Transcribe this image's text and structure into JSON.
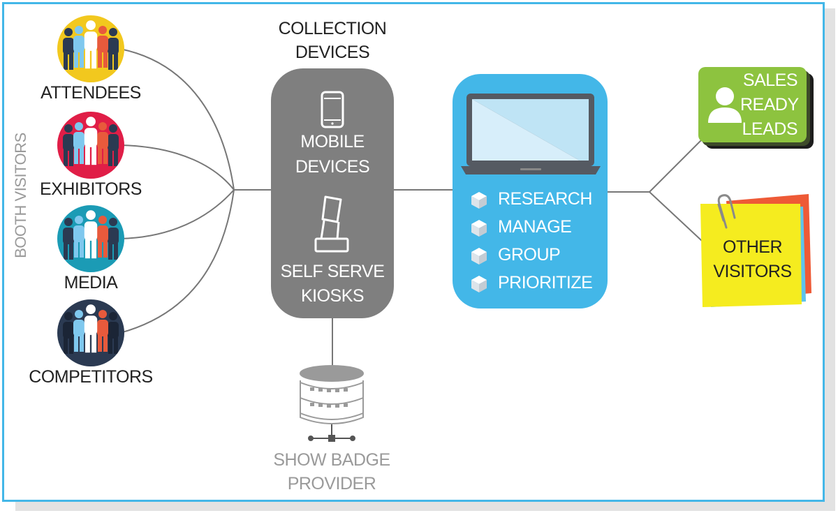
{
  "side_label": "BOOTH VISITORS",
  "visitor_groups": [
    {
      "label": "ATTENDEES",
      "color": "#f2c81e"
    },
    {
      "label": "EXHIBITORS",
      "color": "#e01e47"
    },
    {
      "label": "MEDIA",
      "color": "#1b9bb5"
    },
    {
      "label": "COMPETITORS",
      "color": "#2b3a52"
    }
  ],
  "collection": {
    "title_line1": "COLLECTION",
    "title_line2": "DEVICES",
    "mobile_line1": "MOBILE",
    "mobile_line2": "DEVICES",
    "kiosk_line1": "SELF SERVE",
    "kiosk_line2": "KIOSKS"
  },
  "badge_provider": {
    "line1": "SHOW BADGE",
    "line2": "PROVIDER"
  },
  "processing": {
    "items": [
      "RESEARCH",
      "MANAGE",
      "GROUP",
      "PRIORITIZE"
    ]
  },
  "outcomes": {
    "leads": {
      "line1": "SALES",
      "line2": "READY",
      "line3": "LEADS"
    },
    "others": {
      "line1": "OTHER",
      "line2": "VISITORS"
    }
  },
  "colors": {
    "frame": "#43b7e8",
    "collection_box": "#7f7f7f",
    "processing_box": "#43b7e8",
    "leads_card": "#8dc33f",
    "sticky_note": "#f5ec1f"
  }
}
